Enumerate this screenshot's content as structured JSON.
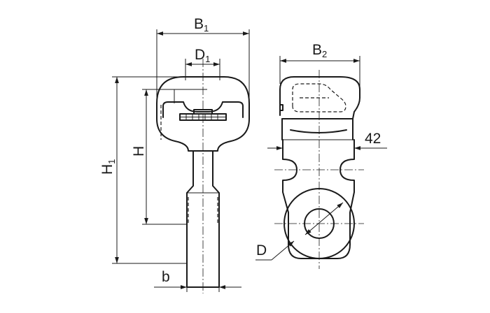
{
  "labels": {
    "b1": "B",
    "b1_sub": "1",
    "d1": "D",
    "d1_sub": "1",
    "b2": "B",
    "b2_sub": "2",
    "angle": "42",
    "h": "H",
    "h1": "H",
    "h1_sub": "1",
    "d": "D",
    "b": "b"
  },
  "colors": {
    "line": "#1a1a1a",
    "background": "#ffffff"
  }
}
